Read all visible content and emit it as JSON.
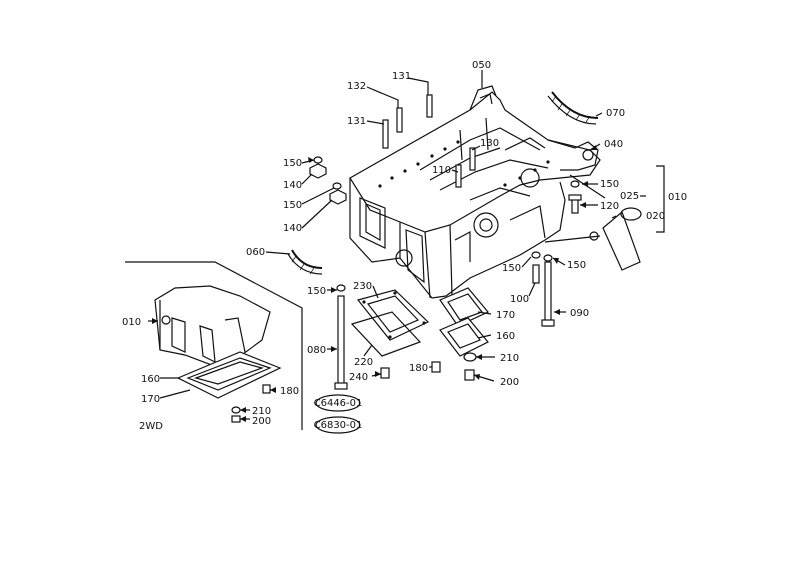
{
  "diagram": {
    "labels": {
      "p050": "050",
      "p070": "070",
      "p040": "040",
      "p131a": "131",
      "p132": "132",
      "p131b": "131",
      "p130": "130",
      "p110": "110",
      "p150a": "150",
      "p140a": "140",
      "p150b": "150",
      "p140b": "140",
      "p150c": "150",
      "p120": "120",
      "p025": "025",
      "p010a": "010",
      "p020": "020",
      "p060": "060",
      "p150d": "150",
      "p150e": "150",
      "p100": "100",
      "p090": "090",
      "p150f": "150",
      "p230": "230",
      "p170a": "170",
      "p160a": "160",
      "p080": "080",
      "p220": "220",
      "p210a": "210",
      "p180a": "180",
      "p200a": "200",
      "p240": "240",
      "p010b": "010",
      "p160b": "160",
      "p170b": "170",
      "p180b": "180",
      "p210b": "210",
      "p200b": "200",
      "inset_title": "2WD"
    },
    "stamps": {
      "top": "C6446-01",
      "bottom": "C6830-01"
    }
  }
}
